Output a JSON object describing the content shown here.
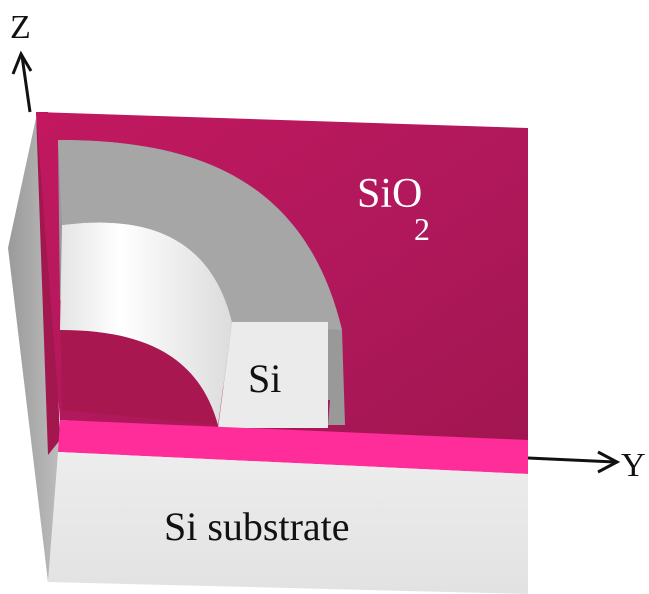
{
  "axes": {
    "z_label": "Z",
    "y_label": "Y"
  },
  "layers": {
    "oxide": {
      "chem": "SiO",
      "subscript": "2",
      "color": "#b3185c"
    },
    "core": {
      "label": "Si",
      "color": "#ececec"
    },
    "substrate": {
      "label": "Si substrate",
      "color": "#e6e6e6"
    },
    "interface": {
      "color": "#ff2d9a"
    }
  }
}
